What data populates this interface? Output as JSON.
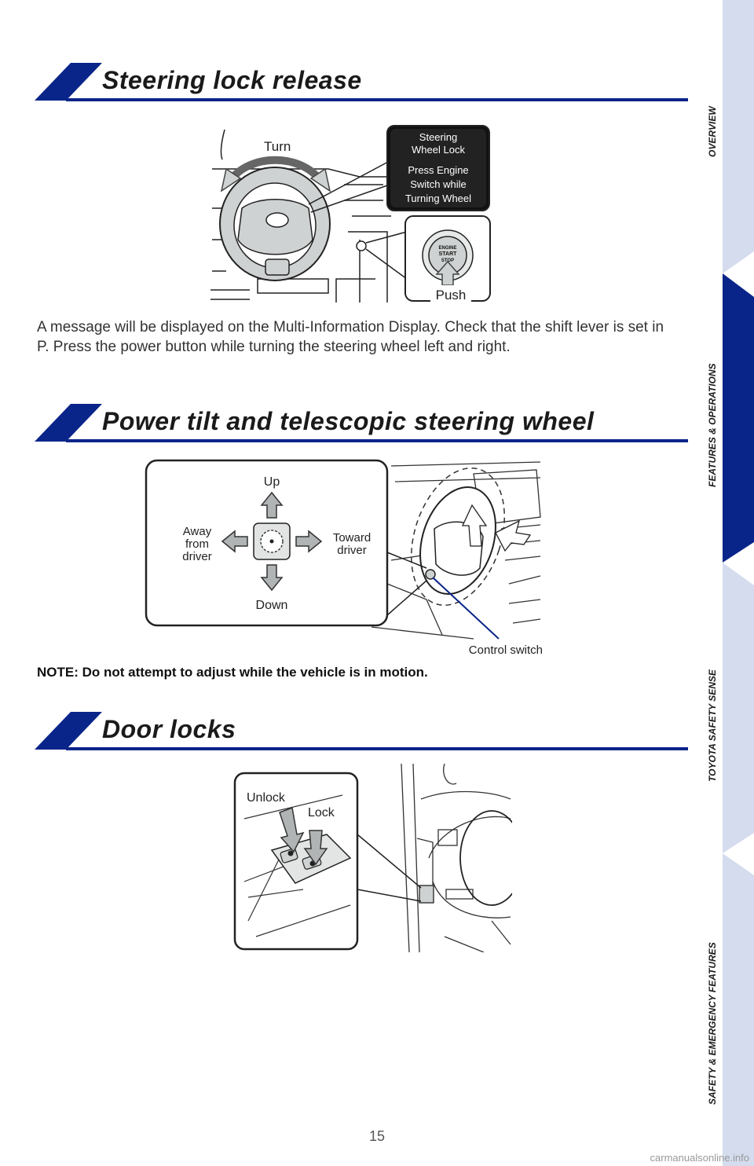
{
  "nav_tabs": [
    {
      "label": "OVERVIEW",
      "active": false
    },
    {
      "label": "FEATURES & OPERATIONS",
      "active": true
    },
    {
      "label": "TOYOTA SAFETY SENSE",
      "active": false
    },
    {
      "label": "SAFETY & EMERGENCY FEATURES",
      "active": false
    }
  ],
  "colors": {
    "brand": "#0a2589",
    "tab_light": "#d4dcee",
    "tab_active": "#0a2589"
  },
  "sections": {
    "steering_lock": {
      "title": "Steering lock release",
      "figure": {
        "turn_label": "Turn",
        "push_label": "Push",
        "display_line1": "Steering",
        "display_line2": "Wheel Lock",
        "display_line3": "Press Engine",
        "display_line4": "Switch while",
        "display_line5": "Turning Wheel",
        "button_line1": "ENGINE",
        "button_line2": "START",
        "button_line3": "STOP"
      },
      "body": "A message will be displayed on the Multi-Information Display. Check that the shift lever is set in P. Press the power button while turning the steering wheel left and right."
    },
    "power_tilt": {
      "title": "Power tilt and telescopic steering wheel",
      "figure": {
        "up": "Up",
        "down": "Down",
        "away_line1": "Away",
        "away_line2": "from",
        "away_line3": "driver",
        "toward_line1": "Toward",
        "toward_line2": "driver",
        "control_switch": "Control switch"
      },
      "note": "NOTE: Do not attempt to adjust while the vehicle is in motion."
    },
    "door_locks": {
      "title": "Door locks",
      "figure": {
        "unlock": "Unlock",
        "lock": "Lock"
      }
    }
  },
  "page_number": "15",
  "watermark": "carmanualsonline.info"
}
